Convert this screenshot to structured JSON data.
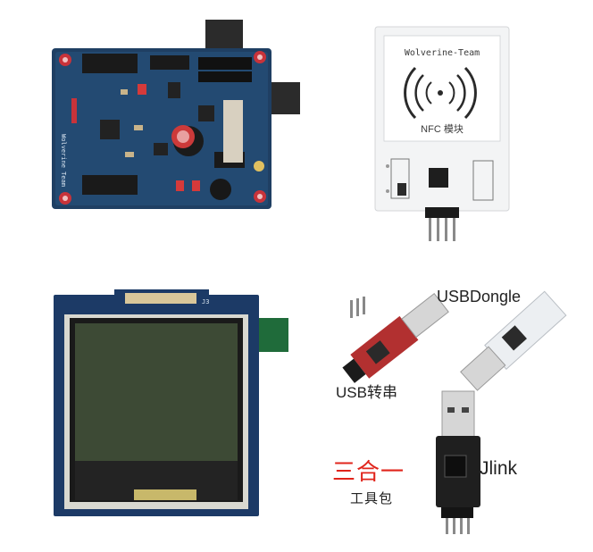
{
  "nfc_module": {
    "title": "Wolverine-Team",
    "caption": "NFC 模块"
  },
  "main_board": {
    "silkscreen": "Wolverine Team"
  },
  "lcd_module": {
    "header_label": "J3"
  },
  "labels": {
    "usb_dongle": "USBDongle",
    "usb_serial": "USB转串",
    "combo": "三合一",
    "toolkit": "工具包",
    "jlink": "Jlink"
  },
  "colors": {
    "pcb_blue": "#1f3f63",
    "nfc_white": "#f3f4f5",
    "combo_red": "#e0241b",
    "lcd_screen": "#3d4a35"
  }
}
